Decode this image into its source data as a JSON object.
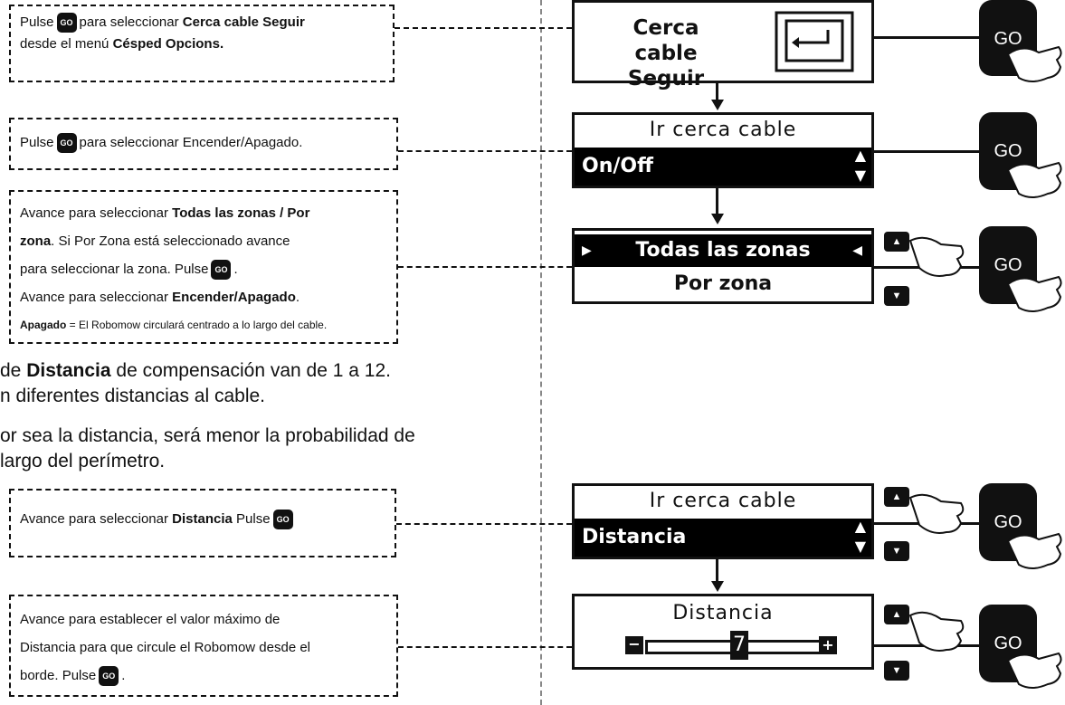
{
  "notes": {
    "n1": {
      "pre": "Pulse",
      "go": "GO",
      "mid": "para seleccionar",
      "bold": "Cerca cable Seguir",
      "l2pre": "desde el menú",
      "l2bold": "Césped Opcions."
    },
    "n2": {
      "pre": "Pulse",
      "go": "GO",
      "post": "para seleccionar Encender/Apagado."
    },
    "n3": {
      "l1pre": "Avance para seleccionar",
      "l1bold": "Todas las zonas / Por",
      "l2bold": "zona",
      "l2post": ". Si Por Zona está seleccionado avance",
      "l3pre": "para seleccionar la zona. Pulse",
      "go": "GO",
      "l3post": ".",
      "l4pre": "Avance para seleccionar",
      "l4bold": "Encender/Apagado",
      "l4post": ".",
      "l5bold": "Apagado",
      "l5post": " = El Robomow circulará centrado a lo largo del cable."
    },
    "n4": {
      "pre": "Avance para seleccionar",
      "bold": "Distancia",
      "post": "Pulse",
      "go": "GO"
    },
    "n5": {
      "l1": "Avance para establecer el valor máximo de",
      "l2": "Distancia para que circule el Robomow desde el",
      "l3pre": "borde. Pulse",
      "go": "GO",
      "l3post": "."
    }
  },
  "body": {
    "p1l1pre": "de",
    "p1l1bold": "Distancia",
    "p1l1post": "de compensación van de 1 a 12.",
    "p1l2": "n diferentes distancias al cable.",
    "p2l1": "or sea la distancia, será menor la probabilidad de",
    "p2l2": "largo del perímetro."
  },
  "screens": {
    "s1": {
      "line1": "Cerca cable",
      "line2": "Seguir"
    },
    "s2": {
      "title": "Ir cerca cable",
      "value": "On/Off"
    },
    "s3": {
      "opt1": "Todas las zonas",
      "opt2": "Por zona"
    },
    "s4": {
      "title": "Ir cerca cable",
      "value": "Distancia"
    },
    "s5": {
      "title": "Distancia",
      "value": "7"
    }
  },
  "buttons": {
    "go": "GO"
  }
}
